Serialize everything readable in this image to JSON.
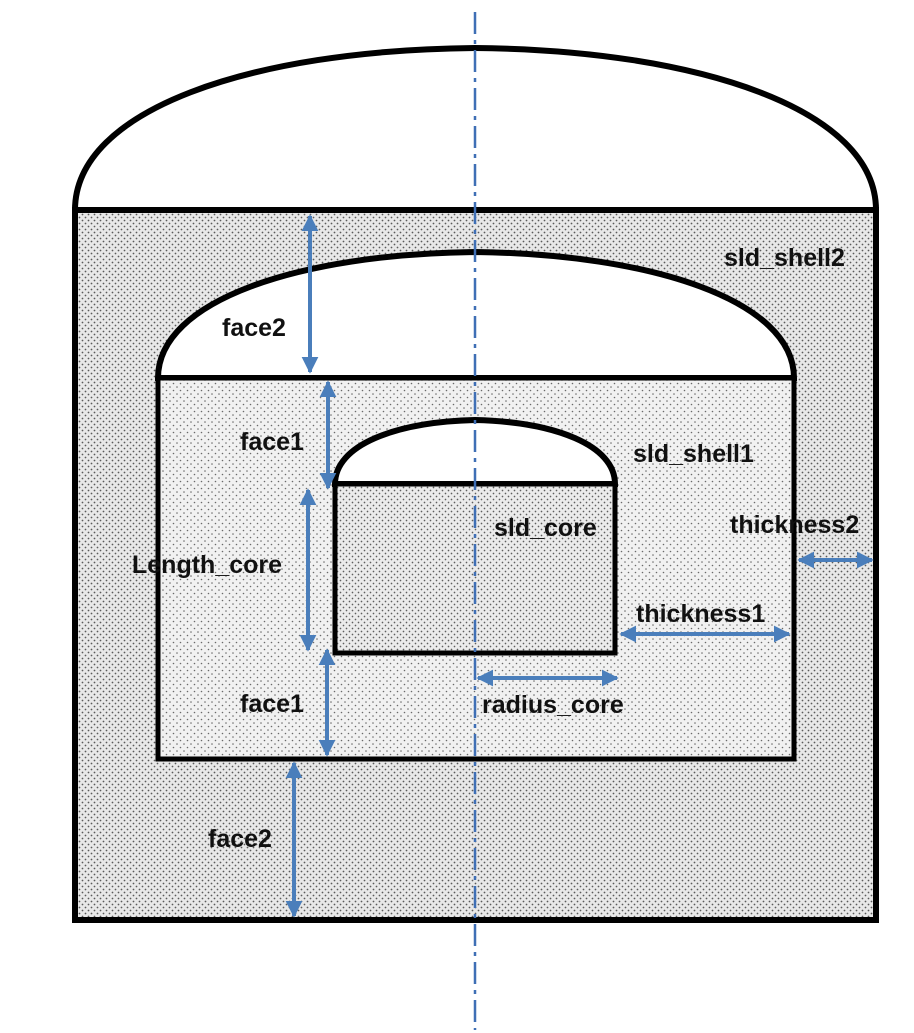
{
  "labels": {
    "sld_shell2": "sld_shell2",
    "face2_top": "face2",
    "face1_top": "face1",
    "sld_shell1": "sld_shell1",
    "sld_core": "sld_core",
    "thickness2": "thickness2",
    "length_core": "Length_core",
    "thickness1": "thickness1",
    "face1_bottom": "face1",
    "radius_core": "radius_core",
    "face2_bottom": "face2"
  },
  "colors": {
    "dimension_arrow": "#4a7ebb",
    "axis_line": "#3f6fb5",
    "outline": "#000000",
    "shell_fill": "#e6e6e6",
    "dot": "#5a5a5a"
  }
}
